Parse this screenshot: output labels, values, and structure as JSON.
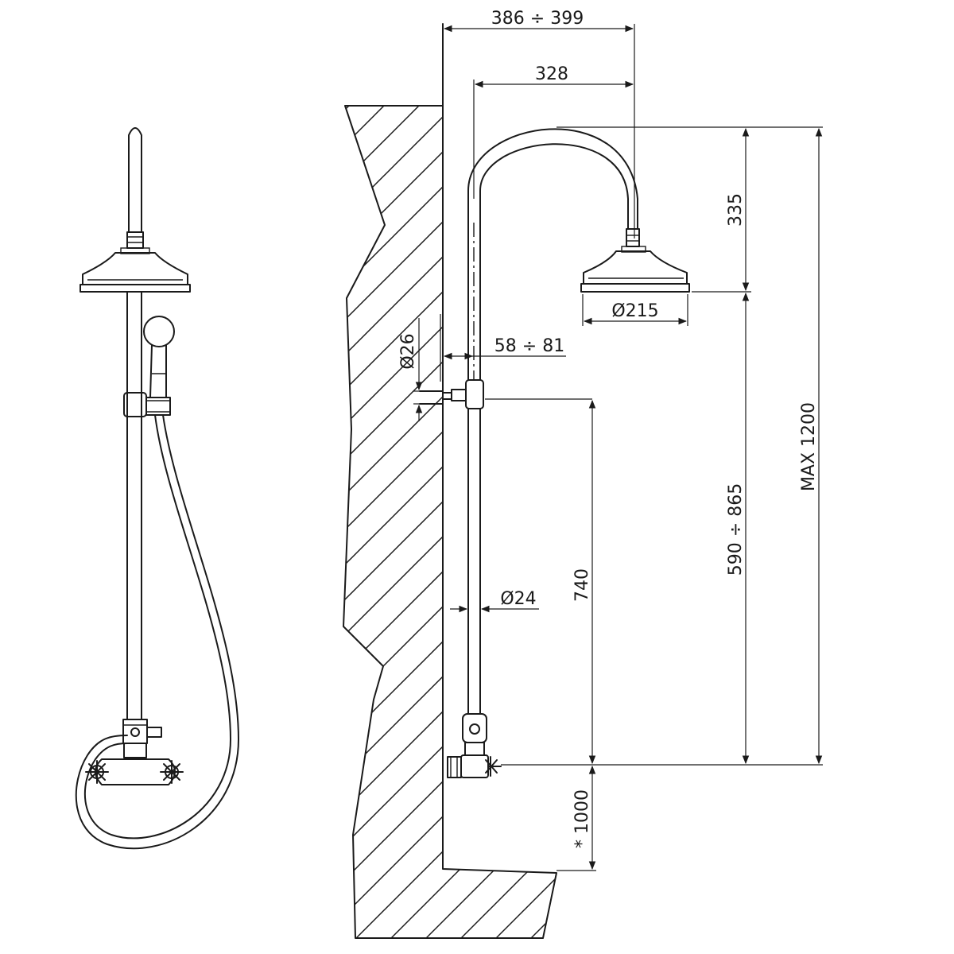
{
  "dimensions": {
    "width_range": "386 ÷ 399",
    "head_offset": "328",
    "arm_height": "335",
    "head_diameter": "Ø215",
    "wall_clearance": "58 ÷ 81",
    "bracket_diameter": "Ø26",
    "riser_height": "740",
    "pipe_diameter": "Ø24",
    "adjust_range": "590 ÷ 865",
    "max_height": "MAX 1200",
    "mixer_height": "* 1000"
  }
}
